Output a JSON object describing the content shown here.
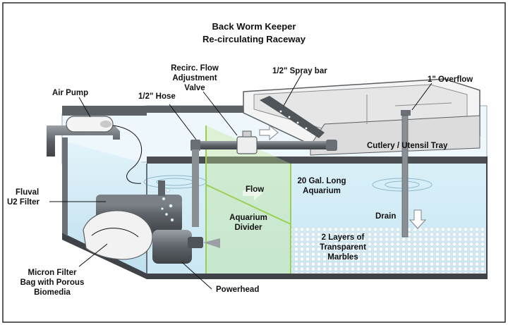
{
  "title": {
    "line1": "Back Worm Keeper",
    "line2": "Re-circulating Raceway"
  },
  "labels": {
    "air_pump": "Air Pump",
    "hose": "1/2\" Hose",
    "valve_1": "Recirc. Flow",
    "valve_2": "Adjustment",
    "valve_3": "Valve",
    "spray_bar": "1/2\" Spray bar",
    "overflow": "1\" Overflow",
    "tray": "Cutlery / Utensil Tray",
    "flow": "Flow",
    "aquarium_1": "20 Gal. Long",
    "aquarium_2": "Aquarium",
    "fluval_1": "Fluval",
    "fluval_2": "U2 Filter",
    "divider_1": "Aquarium",
    "divider_2": "Divider",
    "drain": "Drain",
    "marbles_1": "2 Layers of",
    "marbles_2": "Transparent",
    "marbles_3": "Marbles",
    "bag_1": "Micron Filter",
    "bag_2": "Bag with Porous",
    "bag_3": "Biomedia",
    "powerhead": "Powerhead"
  },
  "colors": {
    "water": "#cfe9f5",
    "tank_frame": "#555a60",
    "divider": "#b6e07a",
    "tray": "#f2f2f2",
    "equipment": "#6a6f75"
  }
}
